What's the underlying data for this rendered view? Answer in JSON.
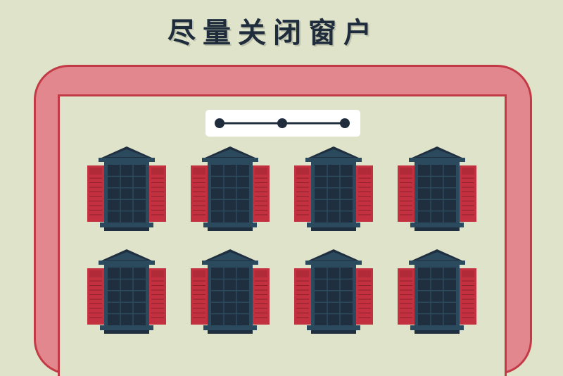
{
  "title": "尽量关闭窗户",
  "colors": {
    "background": "#dfe3c9",
    "frame": "#e3878f",
    "frame_border": "#c33a47",
    "window_dark": "#1f2f40",
    "window_frame": "#2c4a5d",
    "shutter": "#c3303f",
    "shutter_dark": "#8e1f2b"
  },
  "slider": {
    "stops": 3,
    "selected_index": 2
  },
  "windows": {
    "rows": 2,
    "columns": 4,
    "shutters": "open"
  }
}
